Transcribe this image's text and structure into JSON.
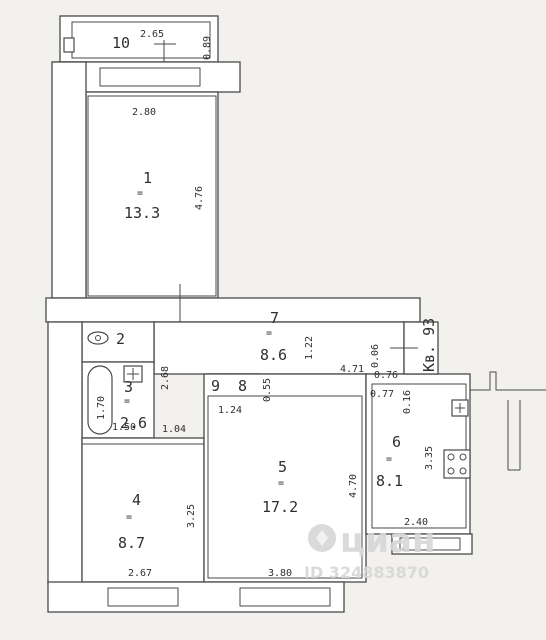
{
  "rooms": [
    {
      "id": "r1",
      "number": "1",
      "area": "13.3"
    },
    {
      "id": "r2",
      "number": "2",
      "area": ""
    },
    {
      "id": "r3",
      "number": "3",
      "area": "2.6"
    },
    {
      "id": "r4",
      "number": "4",
      "area": "8.7"
    },
    {
      "id": "r5",
      "number": "5",
      "area": "17.2"
    },
    {
      "id": "r6",
      "number": "6",
      "area": "8.1"
    },
    {
      "id": "r7",
      "number": "7",
      "area": "8.6"
    },
    {
      "id": "r8",
      "number": "8",
      "area": ""
    },
    {
      "id": "r9",
      "number": "9",
      "area": ""
    },
    {
      "id": "r10",
      "number": "10",
      "area": ""
    }
  ],
  "dimensions": {
    "balcony_width": "2.65",
    "balcony_depth": "0.89",
    "r1_width": "2.80",
    "r1_length": "4.76",
    "r7_width": "1.22",
    "r7_len_a": "4.71",
    "r7_d1": "0.06",
    "r7_d2": "0.76",
    "r7_d3": "0.77",
    "r7_d4": "0.16",
    "r3_height": "1.70",
    "r3_width": "1.50",
    "r3_side": "2.68",
    "r8_9_width": "1.24",
    "r8_9_depth": "0.55",
    "r4_top": "1.04",
    "r4_height": "3.25",
    "r4_width": "2.67",
    "r5_height": "4.70",
    "r5_width": "3.80",
    "r6_height": "3.35",
    "r6_width": "2.40"
  },
  "apartment_label": "Кв. 93",
  "watermark": {
    "brand": "циан",
    "id": "ID 324883870"
  }
}
